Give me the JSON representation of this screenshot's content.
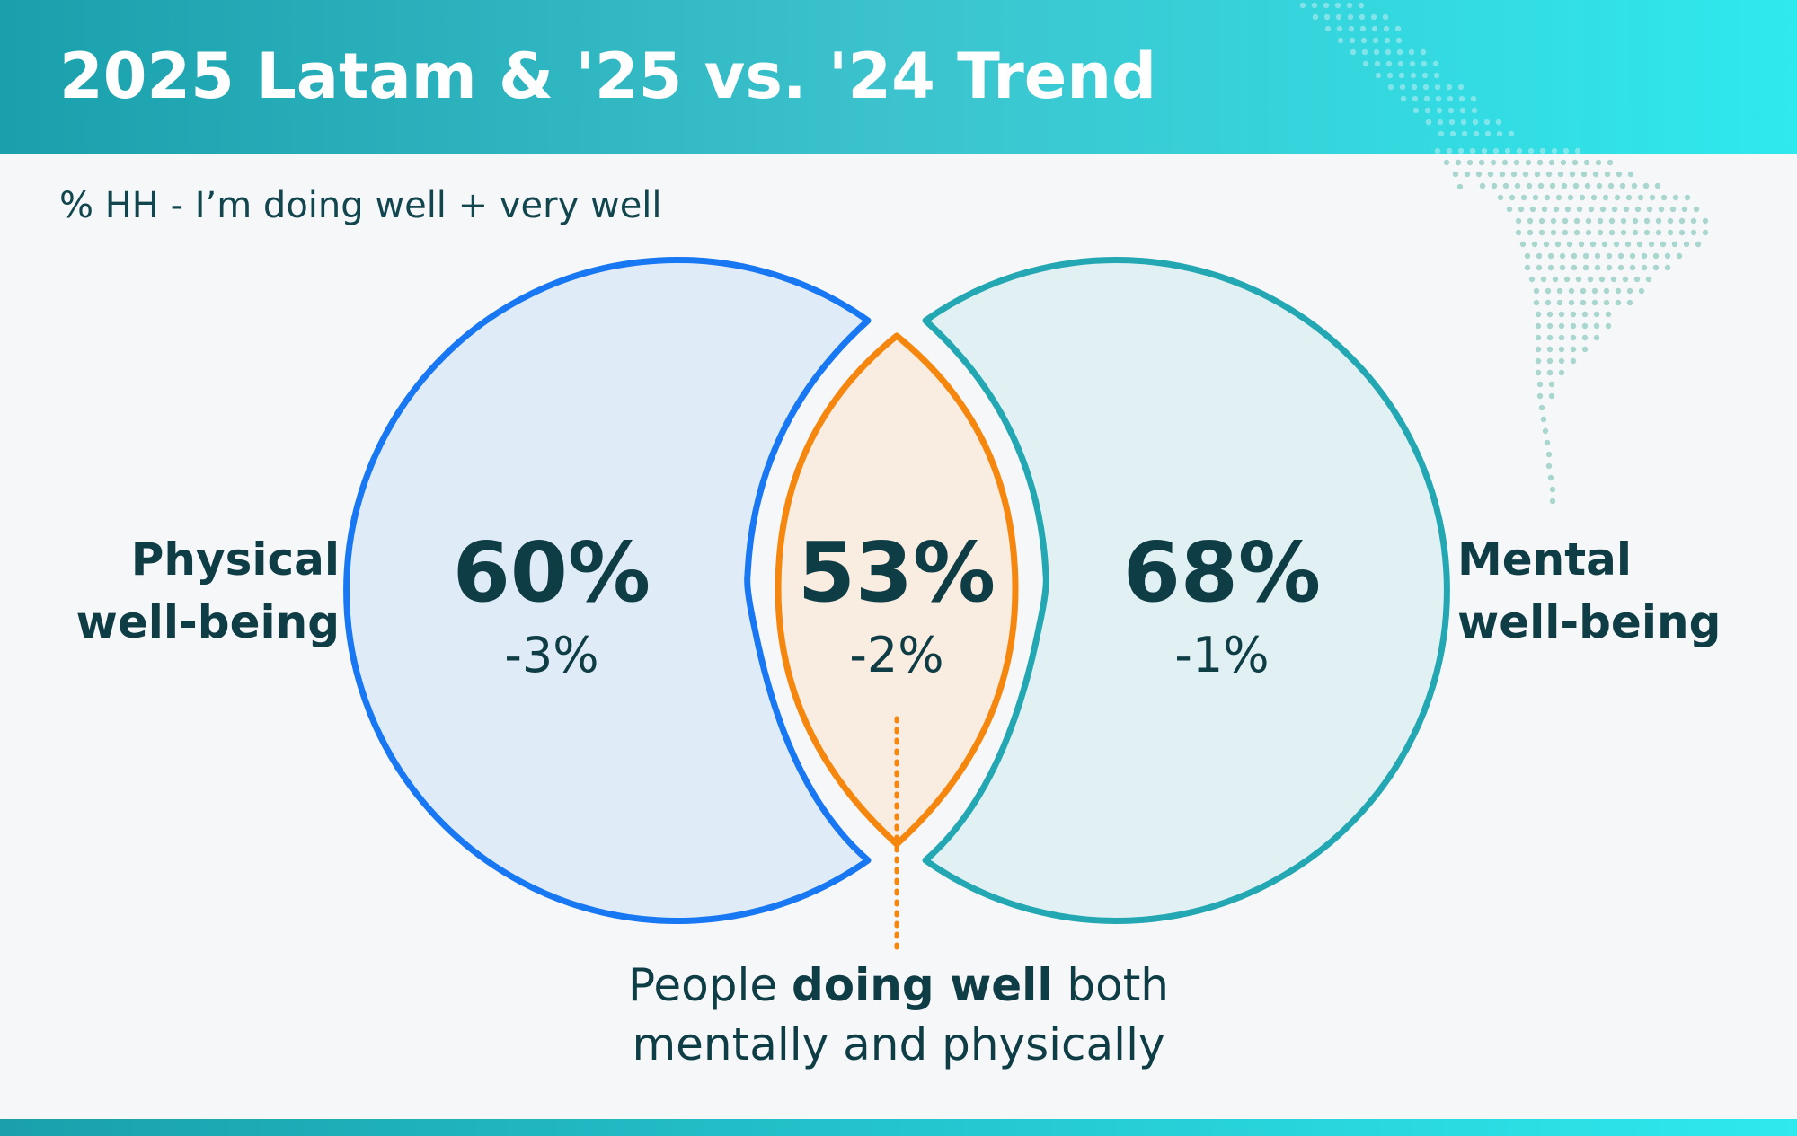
{
  "title": "2025 Latam & '25 vs. '24 Trend",
  "subtitle": "% HH - I’m doing well + very well",
  "physical": {
    "label_line1": "Physical",
    "label_line2": "well-being",
    "pct": "60%",
    "delta": "-3%"
  },
  "mental": {
    "label_line1": "Mental",
    "label_line2": "well-being",
    "pct": "68%",
    "delta": "-1%"
  },
  "overlap": {
    "pct": "53%",
    "delta": "-2%"
  },
  "caption": {
    "prefix": "People ",
    "bold": "doing well",
    "suffix": " both",
    "line2": "mentally and physically"
  },
  "colors": {
    "physical_stroke": "#1877f2",
    "physical_fill": "#dfecf8",
    "mental_stroke": "#22a7b3",
    "mental_fill": "#e1f1f3",
    "overlap_stroke": "#f5870f",
    "overlap_fill": "#f9ece0",
    "map_dots": "#a9d6cf"
  },
  "icons": [
    "south-america-dot-map"
  ]
}
